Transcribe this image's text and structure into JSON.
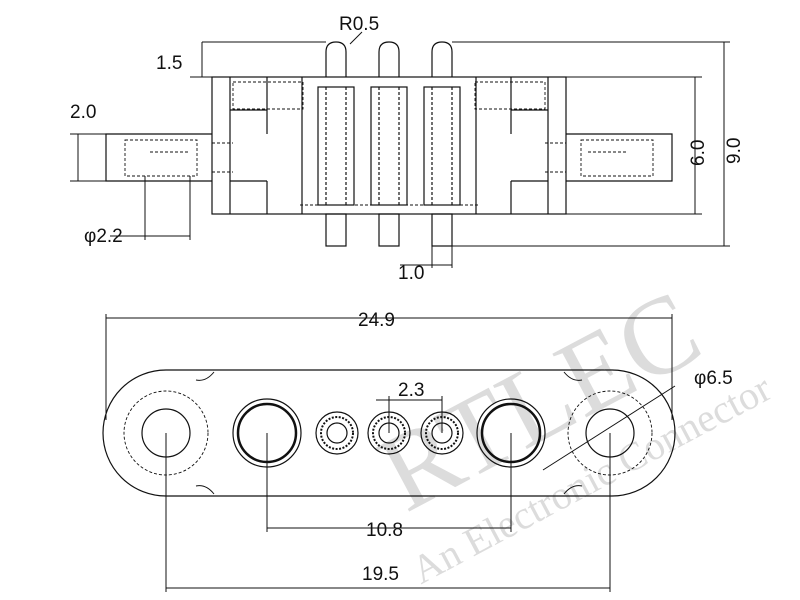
{
  "dimensions": {
    "pin_tip_radius": "R0.5",
    "pin_extension": "1.5",
    "flange_thickness": "2.0",
    "mount_hole_dia": "φ2.2",
    "tail_offset": "1.0",
    "body_height": "6.0",
    "total_height": "9.0",
    "overall_length": "24.9",
    "pin_pitch": "2.3",
    "boss_spacing": "10.8",
    "mount_hole_spacing": "19.5",
    "boss_dia": "φ6.5"
  },
  "watermark": {
    "brand": "RTLEC",
    "slogan": "An Electronic Connector"
  }
}
